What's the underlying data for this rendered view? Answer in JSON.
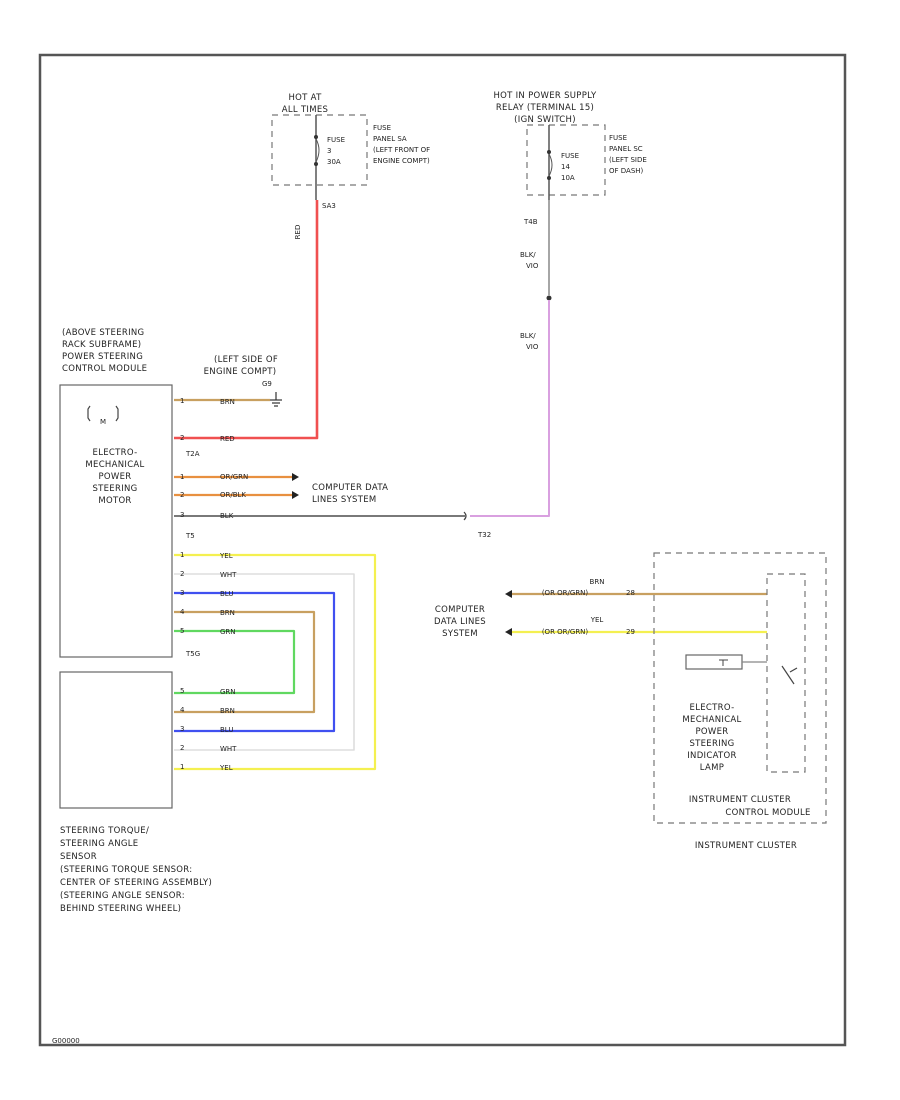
{
  "power": {
    "left": {
      "header": [
        "HOT AT",
        "ALL TIMES"
      ],
      "fuse": [
        "FUSE",
        "3",
        "30A"
      ],
      "location": [
        "FUSE",
        "PANEL SA",
        "(LEFT FRONT OF",
        "ENGINE COMPT)"
      ],
      "pin": "SA3",
      "wire": "RED"
    },
    "right": {
      "header": [
        "HOT IN POWER SUPPLY",
        "RELAY (TERMINAL 15)",
        "(IGN SWITCH)"
      ],
      "fuse": [
        "FUSE",
        "14",
        "10A"
      ],
      "location": [
        "FUSE",
        "PANEL SC",
        "(LEFT SIDE",
        "OF DASH)"
      ],
      "pin": "T4B",
      "wire_upper": [
        "BLK/",
        "VIO"
      ],
      "wire_lower": [
        "BLK/",
        "VIO"
      ]
    }
  },
  "module": {
    "header": [
      "(ABOVE STEERING",
      "RACK SUBFRAME)",
      "POWER STEERING",
      "CONTROL MODULE"
    ],
    "motor_name": [
      "ELECTRO-",
      "MECHANICAL",
      "POWER",
      "STEERING",
      "MOTOR"
    ],
    "connector_top": "T2A",
    "connector_mid": "T5",
    "connector_bot": "T5G"
  },
  "ground": {
    "label": [
      "(LEFT SIDE OF",
      "ENGINE COMPT)"
    ],
    "id": "G9"
  },
  "bus_wires": [
    {
      "pin": "1",
      "wire": "BRN"
    },
    {
      "pin": "2",
      "wire": "RED"
    },
    {
      "pin": "1",
      "wire": "OR/GRN"
    },
    {
      "pin": "2",
      "wire": "OR/BLK"
    },
    {
      "pin": "3",
      "wire": "BLK"
    }
  ],
  "can_label": [
    "COMPUTER DATA",
    "LINES SYSTEM"
  ],
  "splice": "T32",
  "sensor_wires_module": [
    {
      "pin": "1",
      "wire": "YEL"
    },
    {
      "pin": "2",
      "wire": "WHT"
    },
    {
      "pin": "3",
      "wire": "BLU"
    },
    {
      "pin": "4",
      "wire": "BRN"
    },
    {
      "pin": "5",
      "wire": "GRN"
    }
  ],
  "sensor_wires_sensor": [
    {
      "pin": "5",
      "wire": "GRN"
    },
    {
      "pin": "4",
      "wire": "BRN"
    },
    {
      "pin": "3",
      "wire": "BLU"
    },
    {
      "pin": "2",
      "wire": "WHT"
    },
    {
      "pin": "1",
      "wire": "YEL"
    }
  ],
  "sensor": {
    "label": [
      "STEERING TORQUE/",
      "STEERING ANGLE",
      "SENSOR",
      "(STEERING TORQUE SENSOR:",
      "CENTER OF STEERING ASSEMBLY)",
      "(STEERING ANGLE SENSOR:",
      "BEHIND STEERING WHEEL)"
    ]
  },
  "cluster": {
    "can_label": [
      "COMPUTER",
      "DATA LINES",
      "SYSTEM"
    ],
    "wires": [
      {
        "name": "BRN",
        "sub": "(OR OR/GRN)",
        "pin": "28"
      },
      {
        "name": "YEL",
        "sub": "(OR OR/GRN)",
        "pin": "29"
      }
    ],
    "lamp_label": [
      "ELECTRO-",
      "MECHANICAL",
      "POWER",
      "STEERING",
      "INDICATOR",
      "LAMP"
    ],
    "module_label": [
      "INSTRUMENT CLUSTER",
      "CONTROL MODULE"
    ],
    "name": "INSTRUMENT CLUSTER"
  },
  "footer_code": "G00000",
  "colors": {
    "RED": "#f05050",
    "VIO": "#d9a0e0",
    "BLK": "#666666",
    "BRN": "#c8a060",
    "OR": "#e89040",
    "YEL": "#f4f050",
    "WHT": "#dddddd",
    "BLU": "#4050f0",
    "GRN": "#60d860"
  }
}
